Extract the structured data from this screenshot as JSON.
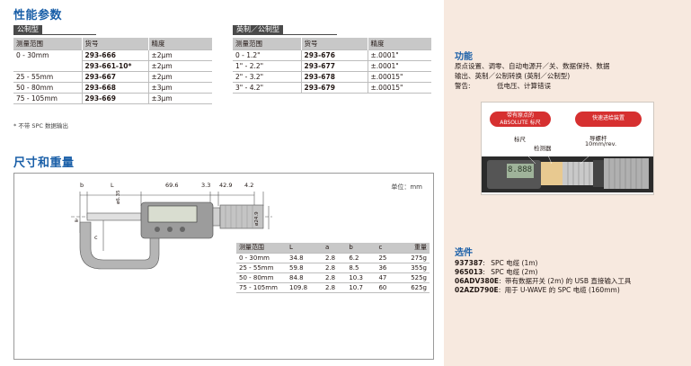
{
  "performance": {
    "title": "性能参数",
    "metric": {
      "tab": "公制型",
      "headers": [
        "测量范围",
        "货号",
        "精度"
      ],
      "rows": [
        [
          "0 - 30mm",
          "293-666",
          "±2μm"
        ],
        [
          "",
          "293-661-10*",
          "±2μm"
        ],
        [
          "25 - 55mm",
          "293-667",
          "±2μm"
        ],
        [
          "50 - 80mm",
          "293-668",
          "±3μm"
        ],
        [
          "75 - 105mm",
          "293-669",
          "±3μm"
        ]
      ],
      "note": "* 不带 SPC 数据输出"
    },
    "imperial": {
      "tab": "英制／公制型",
      "headers": [
        "测量范围",
        "货号",
        "精度"
      ],
      "rows": [
        [
          "0 - 1.2\"",
          "293-676",
          "±.0001\""
        ],
        [
          "1\" - 2.2\"",
          "293-677",
          "±.0001\""
        ],
        [
          "2\" - 3.2\"",
          "293-678",
          "±.00015\""
        ],
        [
          "3\" - 4.2\"",
          "293-679",
          "±.00015\""
        ]
      ]
    }
  },
  "dimensions": {
    "title": "尺寸和重量",
    "unit": "单位：mm",
    "drawing_labels": {
      "b": "b",
      "L": "L",
      "d1": "69.6",
      "d2": "3.3",
      "d3": "42.9",
      "d4": "4.2",
      "spindle": "ø6.35",
      "thimble": "ø24.9",
      "a": "a",
      "c": "c"
    },
    "headers": [
      "测量范围",
      "L",
      "a",
      "b",
      "c",
      "重量"
    ],
    "rows": [
      [
        "0 - 30mm",
        "34.8",
        "2.8",
        "6.2",
        "25",
        "275g"
      ],
      [
        "25 - 55mm",
        "59.8",
        "2.8",
        "8.5",
        "36",
        "355g"
      ],
      [
        "50 - 80mm",
        "84.8",
        "2.8",
        "10.3",
        "47",
        "525g"
      ],
      [
        "75 - 105mm",
        "109.8",
        "2.8",
        "10.7",
        "60",
        "625g"
      ]
    ]
  },
  "features": {
    "title": "功能",
    "line1": "原点设置、调零、自动电源开／关、数据保持、数据",
    "line2": "输出、英制／公制转换 (英制／公制型)",
    "warn_label": "警告:",
    "warn_text": "低电压、计算错误",
    "photo": {
      "pill1_line1": "带有原点的",
      "pill1_line2": "ABSOLUTE 标尺",
      "pill2": "快速进给装置",
      "label_scale": "标尺",
      "label_detector": "检测器",
      "label_screw1": "导螺杆",
      "label_screw2": "10mm/rev.",
      "display": "8.888"
    }
  },
  "options": {
    "title": "选件",
    "items": [
      {
        "code": "937387",
        "desc": "SPC 电缆 (1m)"
      },
      {
        "code": "965013",
        "desc": "SPC 电缆 (2m)"
      },
      {
        "code": "06ADV380E",
        "desc": "带有数据开关 (2m) 的 USB 直接输入工具"
      },
      {
        "code": "02AZD790E",
        "desc": "用于 U-WAVE 的 SPC 电缆 (160mm)"
      }
    ]
  },
  "colors": {
    "accent": "#1a5fa8",
    "side_bg": "#f7e9df",
    "pill": "#d63030",
    "header_bg": "#c8c8c8"
  }
}
